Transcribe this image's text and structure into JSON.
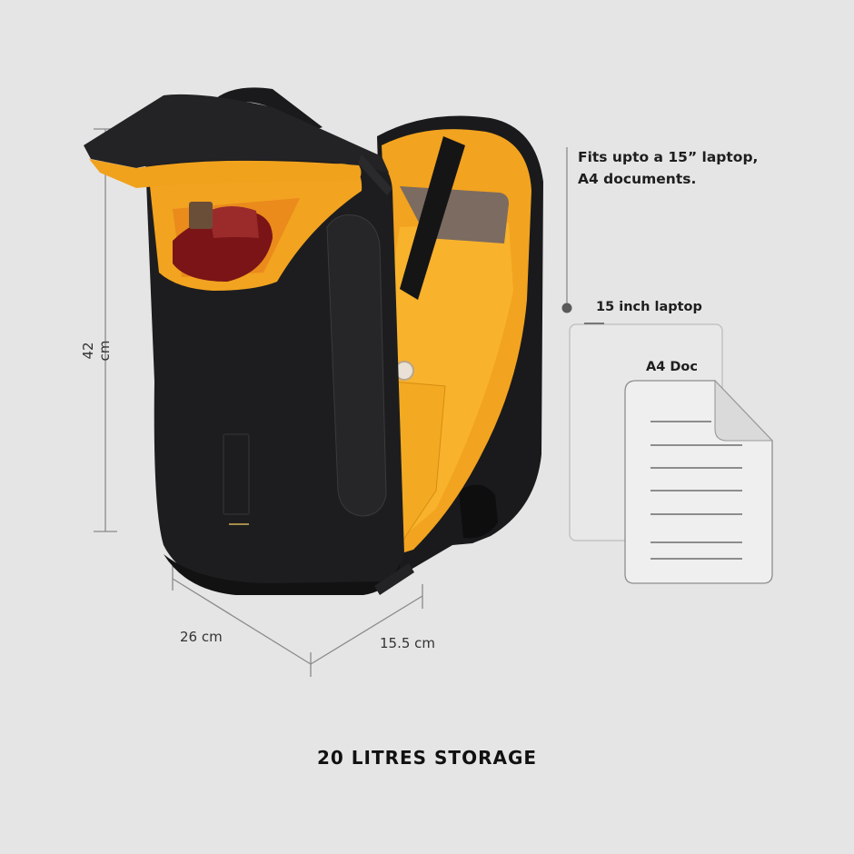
{
  "callout": {
    "line1": "Fits upto a 15” laptop,",
    "line2": "A4 documents."
  },
  "items": {
    "laptop_label": "15 inch laptop",
    "a4_label": "A4 Doc"
  },
  "dimensions": {
    "height": "42 cm",
    "width": "26 cm",
    "depth": "15.5 cm"
  },
  "footer": {
    "title": "20 LITRES STORAGE"
  },
  "colors": {
    "background": "#e5e5e5",
    "bag_body": "#1c1c1e",
    "lining_orange": "#f5a623",
    "dimension_line": "#8a8a8a",
    "text": "#1e1e1e"
  }
}
